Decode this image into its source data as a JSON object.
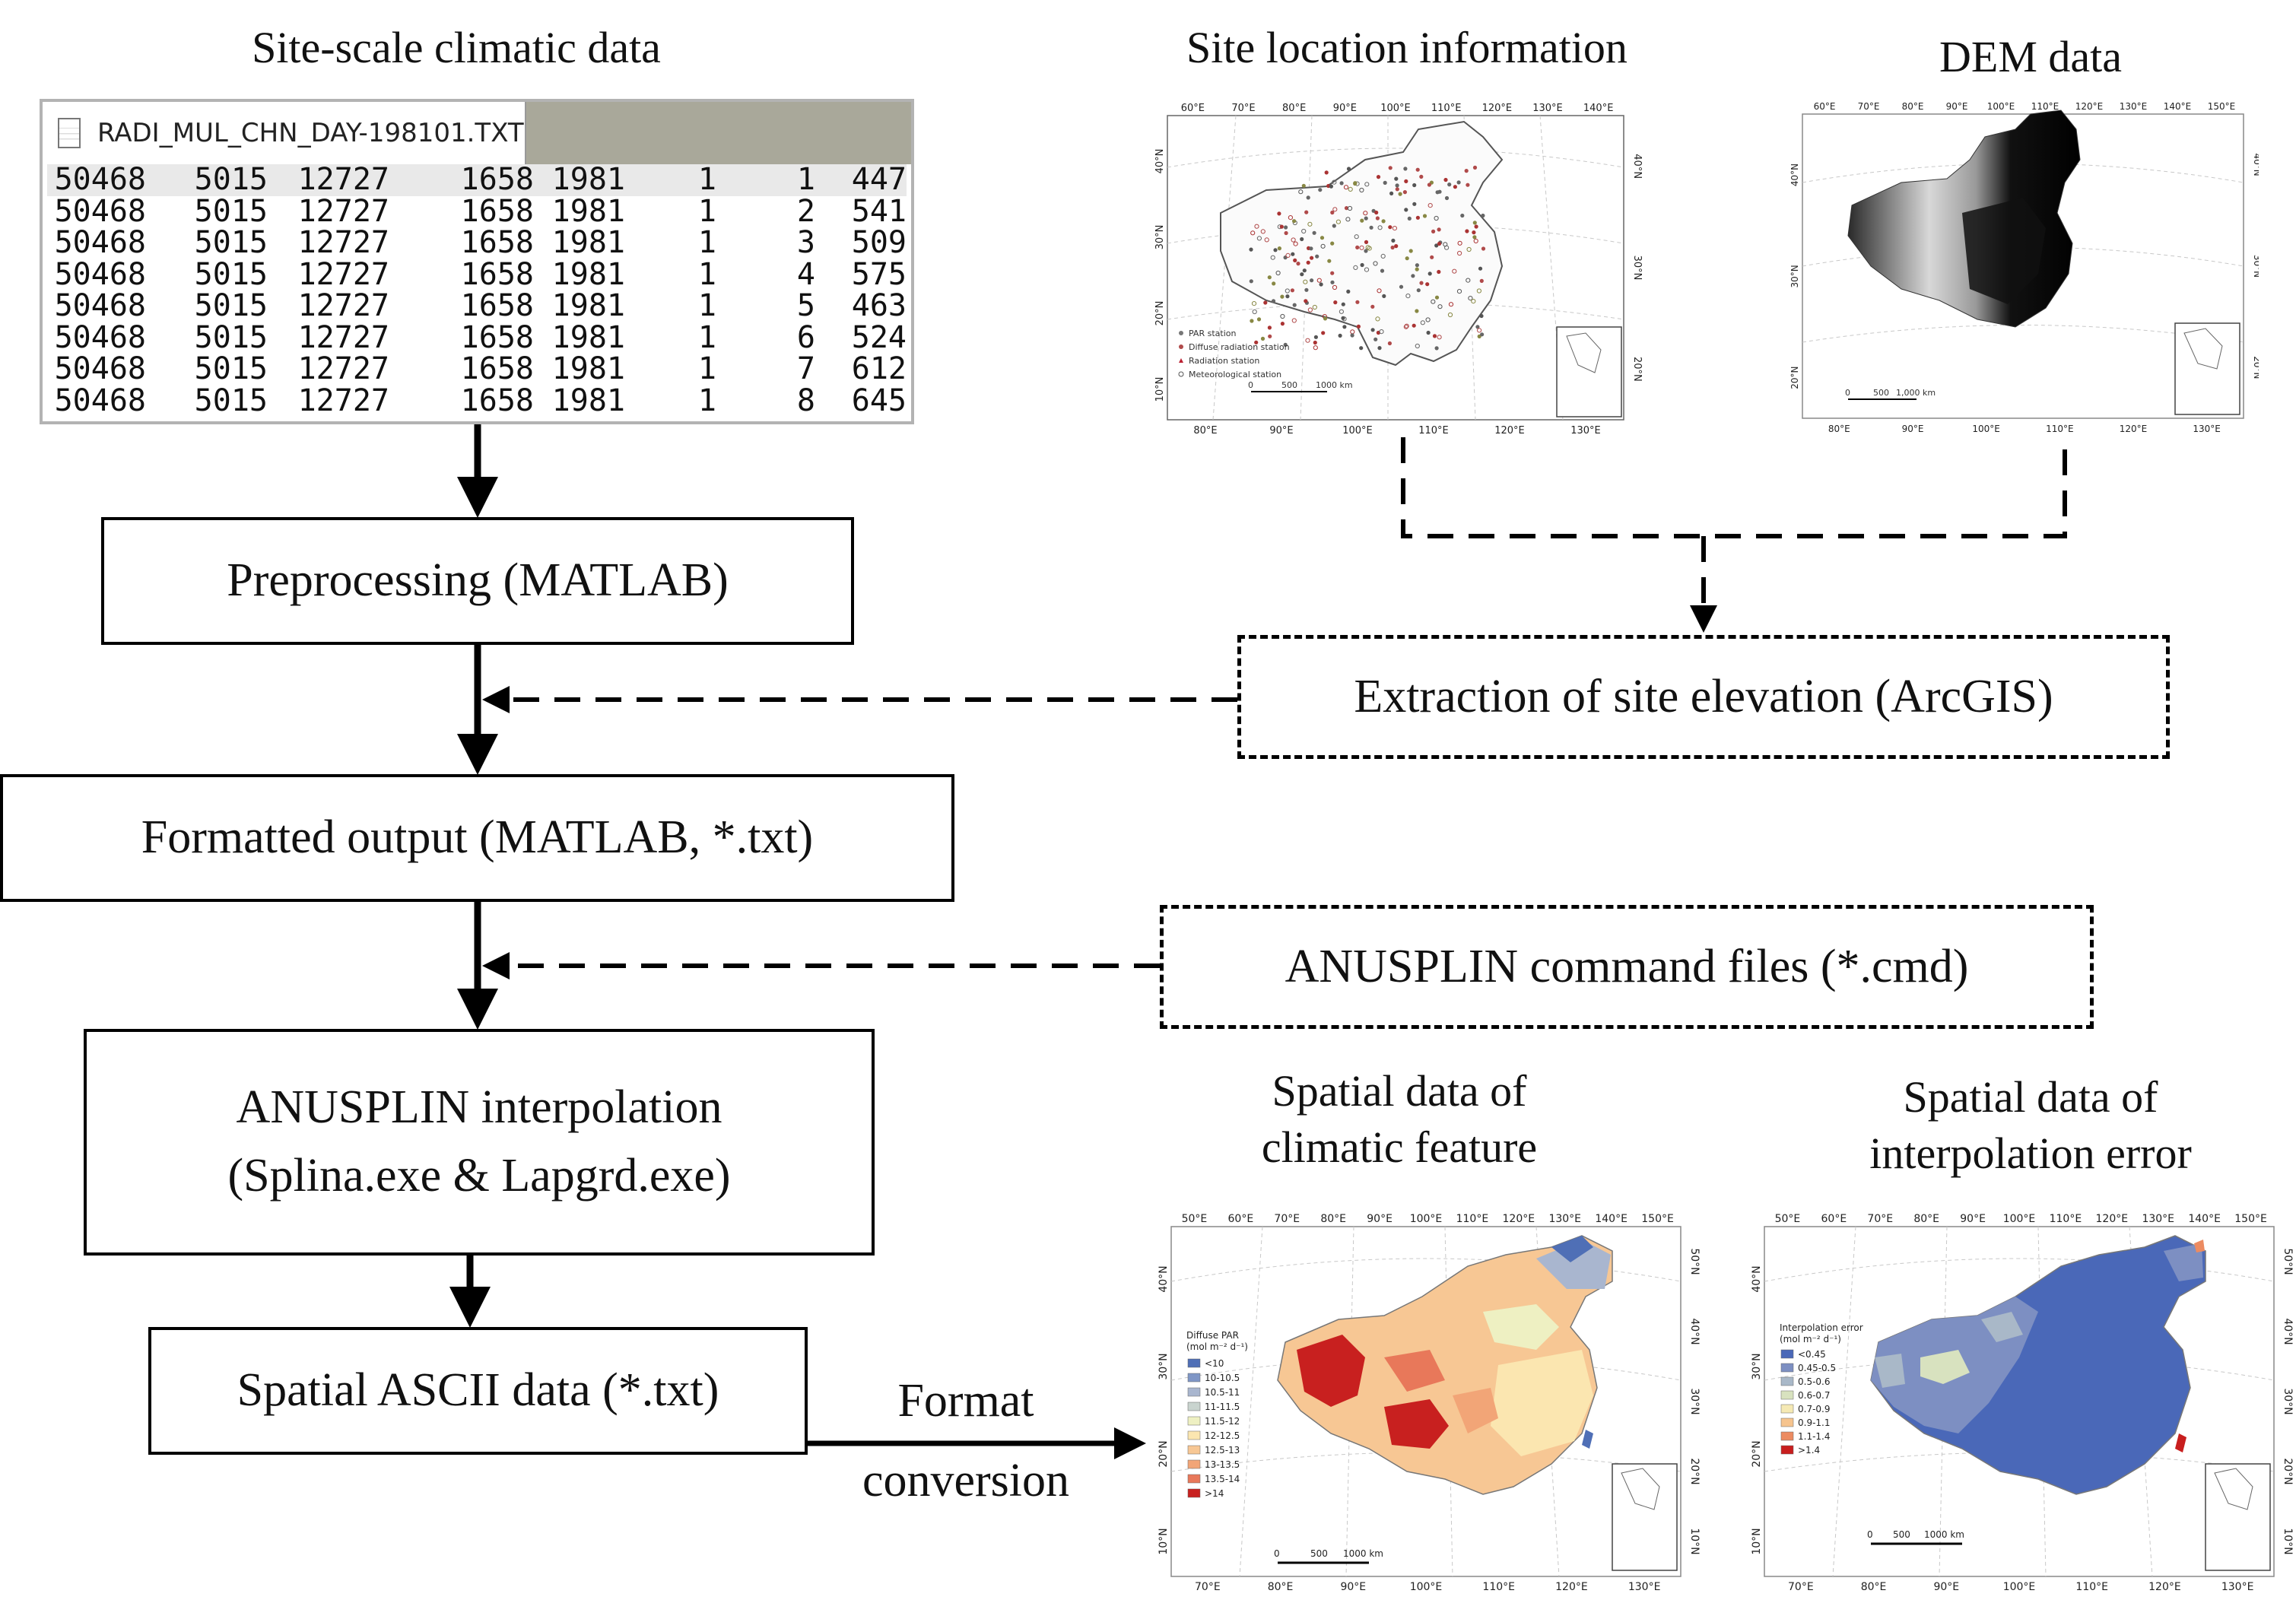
{
  "headings": {
    "site_climatic": "Site-scale climatic data",
    "site_location": "Site location information",
    "dem": "DEM data",
    "spatial_climatic_line1": "Spatial data of",
    "spatial_climatic_line2": "climatic feature",
    "spatial_error_line1": "Spatial data of",
    "spatial_error_line2": "interpolation error"
  },
  "file_window": {
    "tab_title": "RADI_MUL_CHN_DAY-198101.TXT",
    "icon": "text-file-icon",
    "rows": [
      [
        "50468",
        "5015",
        "12727",
        "1658",
        "1981",
        "1",
        "1",
        "447"
      ],
      [
        "50468",
        "5015",
        "12727",
        "1658",
        "1981",
        "1",
        "2",
        "541"
      ],
      [
        "50468",
        "5015",
        "12727",
        "1658",
        "1981",
        "1",
        "3",
        "509"
      ],
      [
        "50468",
        "5015",
        "12727",
        "1658",
        "1981",
        "1",
        "4",
        "575"
      ],
      [
        "50468",
        "5015",
        "12727",
        "1658",
        "1981",
        "1",
        "5",
        "463"
      ],
      [
        "50468",
        "5015",
        "12727",
        "1658",
        "1981",
        "1",
        "6",
        "524"
      ],
      [
        "50468",
        "5015",
        "12727",
        "1658",
        "1981",
        "1",
        "7",
        "612"
      ],
      [
        "50468",
        "5015",
        "12727",
        "1658",
        "1981",
        "1",
        "8",
        "645"
      ]
    ]
  },
  "boxes": {
    "preprocessing": "Preprocessing (MATLAB)",
    "extraction": "Extraction of site elevation (ArcGIS)",
    "formatted_output": "Formatted output (MATLAB,  *.txt)",
    "anusplin_cmd": "ANUSPLIN command files (*.cmd)",
    "anusplin_interp_line1": "ANUSPLIN interpolation",
    "anusplin_interp_line2": "(Splina.exe & Lapgrd.exe)",
    "spatial_ascii": "Spatial ASCII data (*.txt)"
  },
  "arrow_label": {
    "line1": "Format",
    "line2": "conversion"
  },
  "maps": {
    "site_location": {
      "top_ticks": [
        "60°E",
        "70°E",
        "80°E",
        "90°E",
        "100°E",
        "110°E",
        "120°E",
        "130°E",
        "140°E"
      ],
      "bottom_ticks": [
        "80°E",
        "90°E",
        "100°E",
        "110°E",
        "120°E",
        "130°E"
      ],
      "left_ticks": [
        "40°N",
        "30°N",
        "20°N",
        "10°N"
      ],
      "right_ticks": [
        "40°N",
        "30°N",
        "20°N"
      ],
      "legend": [
        "PAR station",
        "Diffuse radiation station",
        "Radiation station",
        "Meteorological station"
      ],
      "scale": [
        "0",
        "500",
        "1000 km"
      ]
    },
    "dem": {
      "top_ticks": [
        "60°E",
        "70°E",
        "80°E",
        "90°E",
        "100°E",
        "110°E",
        "120°E",
        "130°E",
        "140°E",
        "150°E"
      ],
      "bottom_ticks": [
        "80°E",
        "90°E",
        "100°E",
        "110°E",
        "120°E",
        "130°E"
      ],
      "left_ticks": [
        "40°N",
        "30°N",
        "20°N"
      ],
      "right_ticks": [
        "40°N",
        "30°N",
        "20°N"
      ],
      "scale": [
        "0",
        "500",
        "1,000 km"
      ]
    },
    "climatic": {
      "top_ticks": [
        "50°E",
        "60°E",
        "70°E",
        "80°E",
        "90°E",
        "100°E",
        "110°E",
        "120°E",
        "130°E",
        "140°E",
        "150°E"
      ],
      "bottom_ticks": [
        "70°E",
        "80°E",
        "90°E",
        "100°E",
        "110°E",
        "120°E",
        "130°E"
      ],
      "left_ticks": [
        "40°N",
        "30°N",
        "20°N",
        "10°N"
      ],
      "right_ticks": [
        "50°N",
        "40°N",
        "30°N",
        "20°N",
        "10°N"
      ],
      "legend_title_line1": "Diffuse PAR",
      "legend_title_line2": "(mol m⁻² d⁻¹)",
      "legend": [
        {
          "label": "<10",
          "color": "#4f6fb6"
        },
        {
          "label": "10-10.5",
          "color": "#7f96c6"
        },
        {
          "label": "10.5-11",
          "color": "#a9b6cf"
        },
        {
          "label": "11-11.5",
          "color": "#c9d4cf"
        },
        {
          "label": "11.5-12",
          "color": "#eef0c2"
        },
        {
          "label": "12-12.5",
          "color": "#fbe6b0"
        },
        {
          "label": "12.5-13",
          "color": "#f7c794"
        },
        {
          "label": "13-13.5",
          "color": "#f2a577"
        },
        {
          "label": "13.5-14",
          "color": "#e8785a"
        },
        {
          "label": ">14",
          "color": "#c8201f"
        }
      ],
      "scale": [
        "0",
        "500",
        "1000 km"
      ]
    },
    "error": {
      "top_ticks": [
        "50°E",
        "60°E",
        "70°E",
        "80°E",
        "90°E",
        "100°E",
        "110°E",
        "120°E",
        "130°E",
        "140°E",
        "150°E"
      ],
      "bottom_ticks": [
        "70°E",
        "80°E",
        "90°E",
        "100°E",
        "110°E",
        "120°E",
        "130°E"
      ],
      "left_ticks": [
        "40°N",
        "30°N",
        "20°N",
        "10°N"
      ],
      "right_ticks": [
        "50°N",
        "40°N",
        "30°N",
        "20°N",
        "10°N"
      ],
      "legend_title_line1": "Interpolation error",
      "legend_title_line2": "(mol m⁻² d⁻¹)",
      "legend": [
        {
          "label": "<0.45",
          "color": "#4a68b8"
        },
        {
          "label": "0.45-0.5",
          "color": "#7d8fc2"
        },
        {
          "label": "0.5-0.6",
          "color": "#a9b8c8"
        },
        {
          "label": "0.6-0.7",
          "color": "#d8e2bf"
        },
        {
          "label": "0.7-0.9",
          "color": "#f5e9b4"
        },
        {
          "label": "0.9-1.1",
          "color": "#f6c48e"
        },
        {
          "label": "1.1-1.4",
          "color": "#ec8b61"
        },
        {
          "label": ">1.4",
          "color": "#c81e1e"
        }
      ],
      "scale": [
        "0",
        "500",
        "1000 km"
      ]
    }
  }
}
